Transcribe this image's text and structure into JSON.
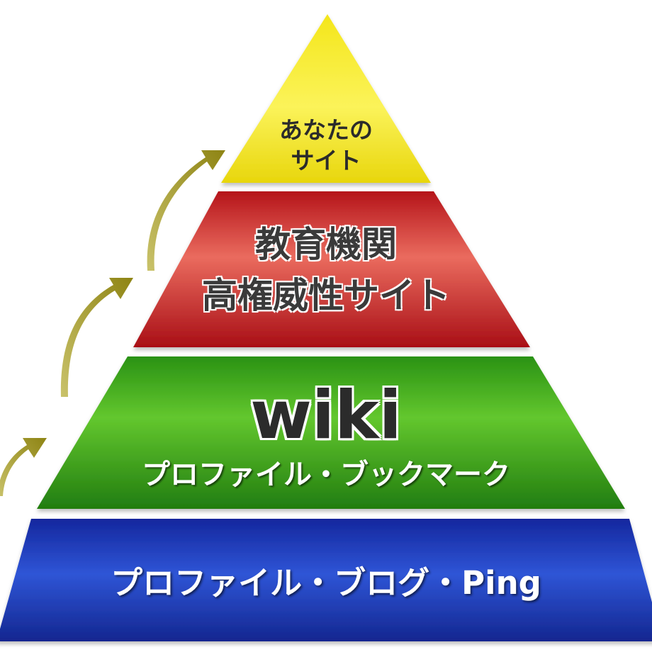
{
  "pyramid": {
    "tier_top": {
      "line1": "あなたの",
      "line2": "サイト",
      "color": "#f5ec12"
    },
    "tier_red": {
      "line1": "教育機関",
      "line2": "高権威性サイト",
      "color": "#c0161b"
    },
    "tier_green": {
      "title": "wiki",
      "subtitle": "プロファイル・ブックマーク",
      "color": "#2e9a1a"
    },
    "tier_blue": {
      "text": "プロファイル・ブログ・Ping",
      "color": "#1a36b0"
    }
  },
  "arrows": {
    "color": "#a3981d",
    "icon": "curved-up-arrow-icon"
  }
}
